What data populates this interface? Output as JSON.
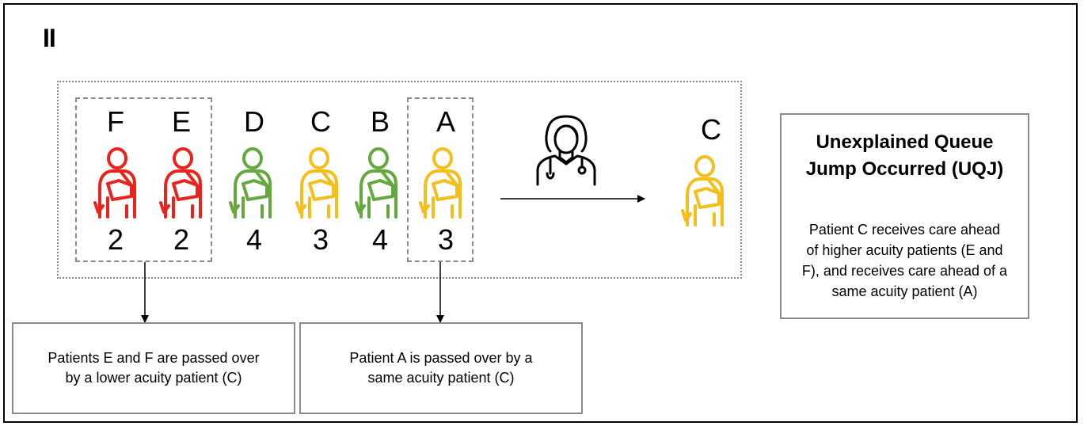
{
  "panel_label": "II",
  "queue": [
    {
      "letter": "F",
      "acuity": "2",
      "color": "#e8241c"
    },
    {
      "letter": "E",
      "acuity": "2",
      "color": "#e8241c"
    },
    {
      "letter": "D",
      "acuity": "4",
      "color": "#64a83e"
    },
    {
      "letter": "C",
      "acuity": "3",
      "color": "#f5be1a"
    },
    {
      "letter": "B",
      "acuity": "4",
      "color": "#64a83e"
    },
    {
      "letter": "A",
      "acuity": "3",
      "color": "#f5be1a"
    }
  ],
  "served": {
    "letter": "C",
    "color": "#f5be1a"
  },
  "note_left": {
    "line1": "Patients E and F are passed over",
    "line2": "by a lower acuity patient (C)"
  },
  "note_mid": {
    "line1": "Patient A is passed over by a",
    "line2": "same acuity patient (C)"
  },
  "uqj": {
    "title_line1": "Unexplained Queue",
    "title_line2": "Jump Occurred (UQJ)",
    "body_line1": "Patient C receives care ahead",
    "body_line2": "of higher acuity patients (E and",
    "body_line3": "F), and receives care ahead of a",
    "body_line4": "same acuity patient (A)"
  },
  "icons": {
    "patient": "injured-patient-icon",
    "doctor": "doctor-icon"
  }
}
